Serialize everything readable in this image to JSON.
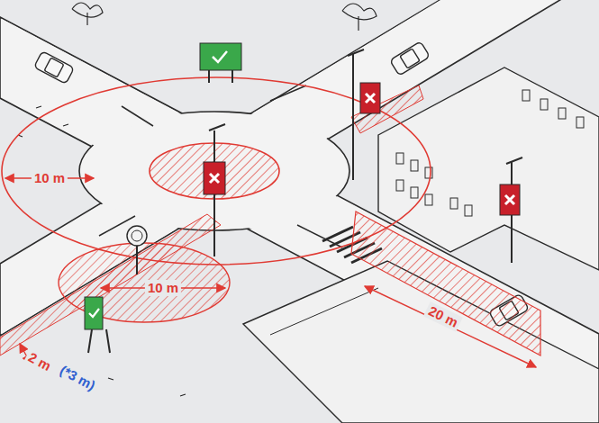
{
  "diagram": {
    "labels": [
      "10 m",
      "10 m",
      "20 m",
      "2 m",
      "(*3 m)"
    ]
  }
}
